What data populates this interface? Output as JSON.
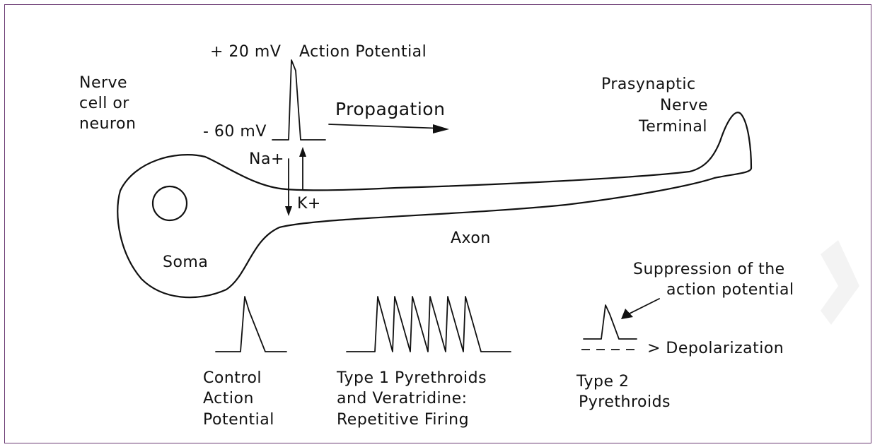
{
  "diagram": {
    "labels": {
      "plus20": "+ 20 mV",
      "action_potential": "Action Potential",
      "minus60": "- 60 mV",
      "nerve_cell_line1": "Nerve",
      "nerve_cell_line2": "cell or",
      "nerve_cell_line3": "neuron",
      "propagation": "Propagation",
      "presynaptic_line1": "Prasynaptic",
      "presynaptic_line2": "Nerve",
      "presynaptic_line3": "Terminal",
      "na": "Na+",
      "k": "K+",
      "soma": "Soma",
      "axon": "Axon",
      "suppression_line1": "Suppression of the",
      "suppression_line2": "action potential",
      "depolarization": "> Depolarization",
      "control_line1": "Control",
      "control_line2": "Action",
      "control_line3": "Potential",
      "type1_line1": "Type 1 Pyrethroids",
      "type1_line2": "and Veratridine:",
      "type1_line3": "Repetitive Firing",
      "type2_line1": "Type 2",
      "type2_line2": "Pyrethroids"
    },
    "colors": {
      "border": "#6b3a73",
      "ink": "#111111"
    }
  }
}
